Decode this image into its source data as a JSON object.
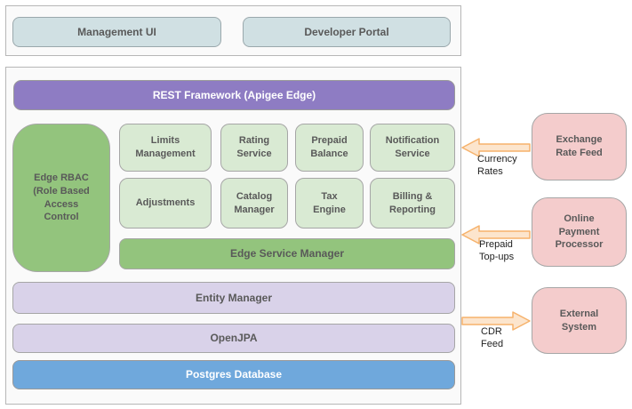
{
  "top_panel": {
    "boxes": [
      {
        "label": "Management UI"
      },
      {
        "label": "Developer Portal"
      }
    ]
  },
  "main_panel": {
    "rest_bar": "REST Framework (Apigee Edge)",
    "rbac": "Edge RBAC\n(Role Based\nAccess\nControl",
    "services_row1": [
      "Limits\nManagement",
      "Rating\nService",
      "Prepaid\nBalance",
      "Notification\nService"
    ],
    "services_row2": [
      "Adjustments",
      "Catalog\nManager",
      "Tax\nEngine",
      "Billing &\nReporting"
    ],
    "esm_bar": "Edge Service Manager",
    "entity_bar": "Entity Manager",
    "openjpa_bar": "OpenJPA",
    "postgres_bar": "Postgres Database"
  },
  "external": {
    "boxes": [
      {
        "label": "Exchange\nRate Feed"
      },
      {
        "label": "Online\nPayment\nProcessor"
      },
      {
        "label": "External\nSystem"
      }
    ],
    "flows": [
      {
        "label": "Currency\nRates",
        "icon": "block-arrow-left",
        "direction": "left"
      },
      {
        "label": "Prepaid\nTop-ups",
        "icon": "block-arrow-left",
        "direction": "left"
      },
      {
        "label": "CDR\nFeed",
        "icon": "block-arrow-right",
        "direction": "right"
      }
    ]
  },
  "colors": {
    "panel_bg": "#fafafa",
    "panel_border": "#b7b7b7",
    "client_box": "#d0e0e3",
    "rest_purple": "#8e7cc3",
    "green_dark": "#93c47d",
    "green_light": "#d9ead3",
    "lavender": "#d9d2e9",
    "postgres_blue": "#6fa8dc",
    "external_pink": "#f4cccc",
    "arrow_fill": "#fce5cd",
    "arrow_stroke": "#f6b26b",
    "label_gray": "#595959",
    "text_white": "#ffffff"
  }
}
